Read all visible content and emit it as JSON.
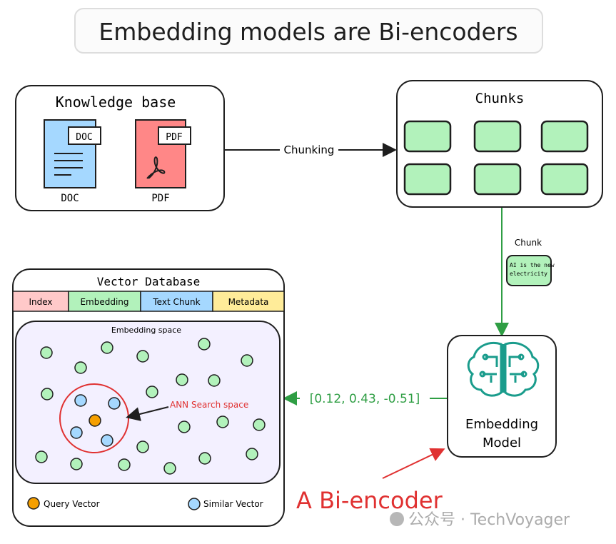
{
  "title": "Embedding models are Bi-encoders",
  "knowledge_base": {
    "title": "Knowledge base",
    "doc_tag": "DOC",
    "doc_label": "DOC",
    "pdf_tag": "PDF",
    "pdf_label": "PDF"
  },
  "chunking_label": "Chunking",
  "chunks": {
    "title": "Chunks",
    "count": 6
  },
  "chunk_arrow": {
    "label": "Chunk",
    "text_line1": "AI is the new",
    "text_line2": "electricity"
  },
  "embedding_model": {
    "line1": "Embedding",
    "line2": "Model"
  },
  "vector_output": "[0.12, 0.43, -0.51]",
  "vector_db": {
    "title": "Vector Database",
    "columns": [
      {
        "label": "Index",
        "color": "#ffc9c9"
      },
      {
        "label": "Embedding",
        "color": "#b2f2bb"
      },
      {
        "label": "Text Chunk",
        "color": "#a5d8ff"
      },
      {
        "label": "Metadata",
        "color": "#ffec99"
      }
    ],
    "space_label": "Embedding space",
    "ann_label": "ANN Search space",
    "legend_query": "Query Vector",
    "legend_similar": "Similar Vector"
  },
  "annotation": "A Bi-encoder",
  "watermark": "公众号 · TechVoyager",
  "colors": {
    "green": "#b2f2bb",
    "blue": "#a5d8ff",
    "orange": "#f59f00",
    "red": "#e03131",
    "arrow_green": "#2f9e44",
    "space_bg": "#f3f0ff"
  }
}
